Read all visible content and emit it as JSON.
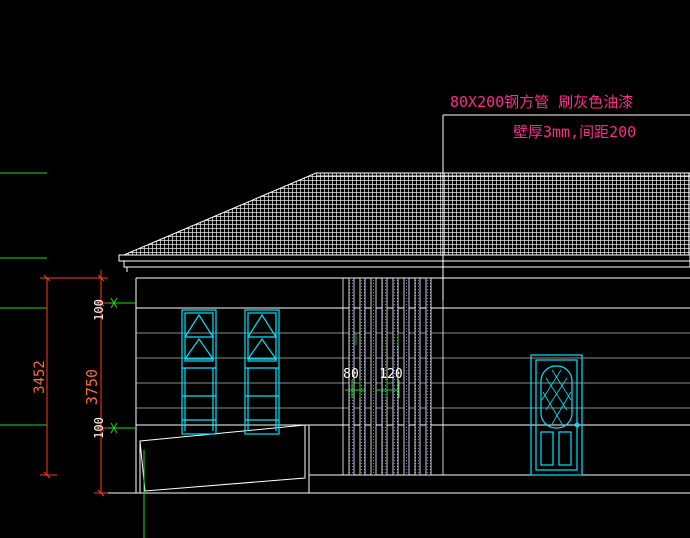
{
  "annotations": {
    "note_line1": "80X200钢方管 刷灰色油漆",
    "note_line2": "壁厚3mm,间距200"
  },
  "dimensions": {
    "overall_height": "3750",
    "wall_height": "3452",
    "top_band": "100",
    "bottom_band": "100",
    "tube_width": "80",
    "tube_gap": "120"
  },
  "colors": {
    "background": "#000000",
    "outline": "#ffffff",
    "window": "#00e5ff",
    "dimension": "#ff3b1a",
    "dim_text": "#ff6a3d",
    "guide": "#1fd81f",
    "annotation": "#ff2a8a",
    "tubes": "#a9b4ff"
  }
}
